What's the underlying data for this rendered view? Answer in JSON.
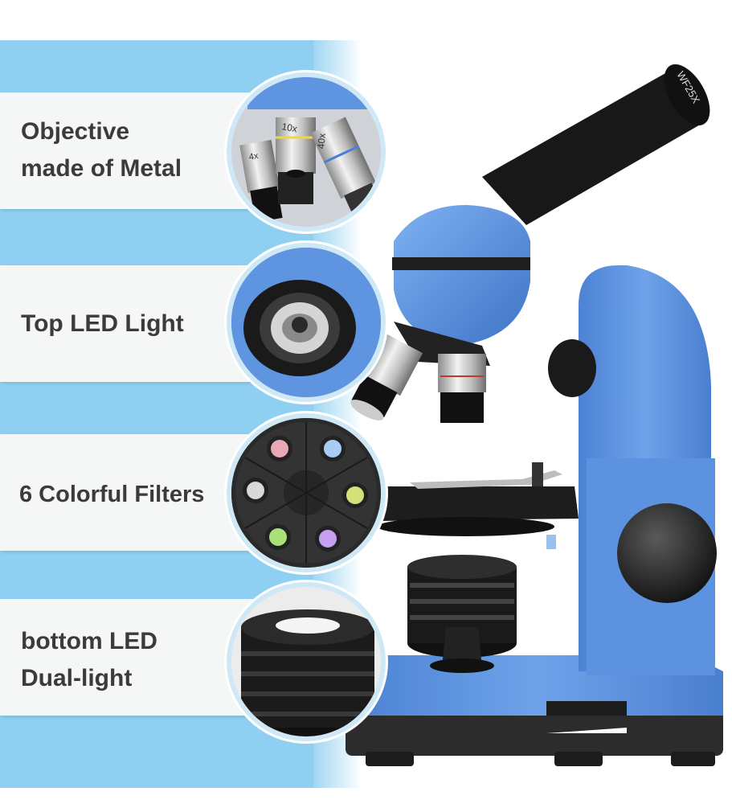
{
  "features": [
    {
      "id": "objective",
      "label_line1": "Objective",
      "label_line2": "made of Metal"
    },
    {
      "id": "top-led",
      "label_line1": "Top LED Light",
      "label_line2": ""
    },
    {
      "id": "filters",
      "label_line1": "6 Colorful Filters",
      "label_line2": ""
    },
    {
      "id": "bottom-led",
      "label_line1": "bottom LED",
      "label_line2": "Dual-light"
    }
  ],
  "eyepiece_marking": "WF25X",
  "objective_markings": [
    "4x",
    "10x",
    "40x"
  ],
  "colors": {
    "panel_blue": "#8fd0f2",
    "microscope_blue": "#5f94e0",
    "card_bg": "#f5f6f6",
    "text": "#3b3b3b"
  },
  "filter_colors": [
    "#e9a8b6",
    "#a9cdf2",
    "#d9d9d9",
    "#d5e07a",
    "#a9e07a",
    "#c6a0ee"
  ]
}
